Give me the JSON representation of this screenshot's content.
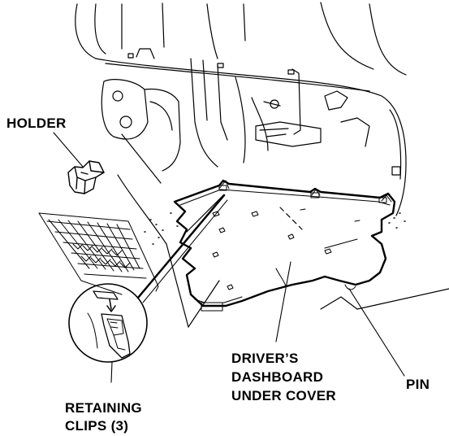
{
  "labels": {
    "holder": "HOLDER",
    "under_cover_line1": "DRIVER’S",
    "under_cover_line2": "DASHBOARD",
    "under_cover_line3": "UNDER COVER",
    "pin": "PIN",
    "clips_line1": "RETAINING",
    "clips_line2": "CLIPS (3)"
  }
}
